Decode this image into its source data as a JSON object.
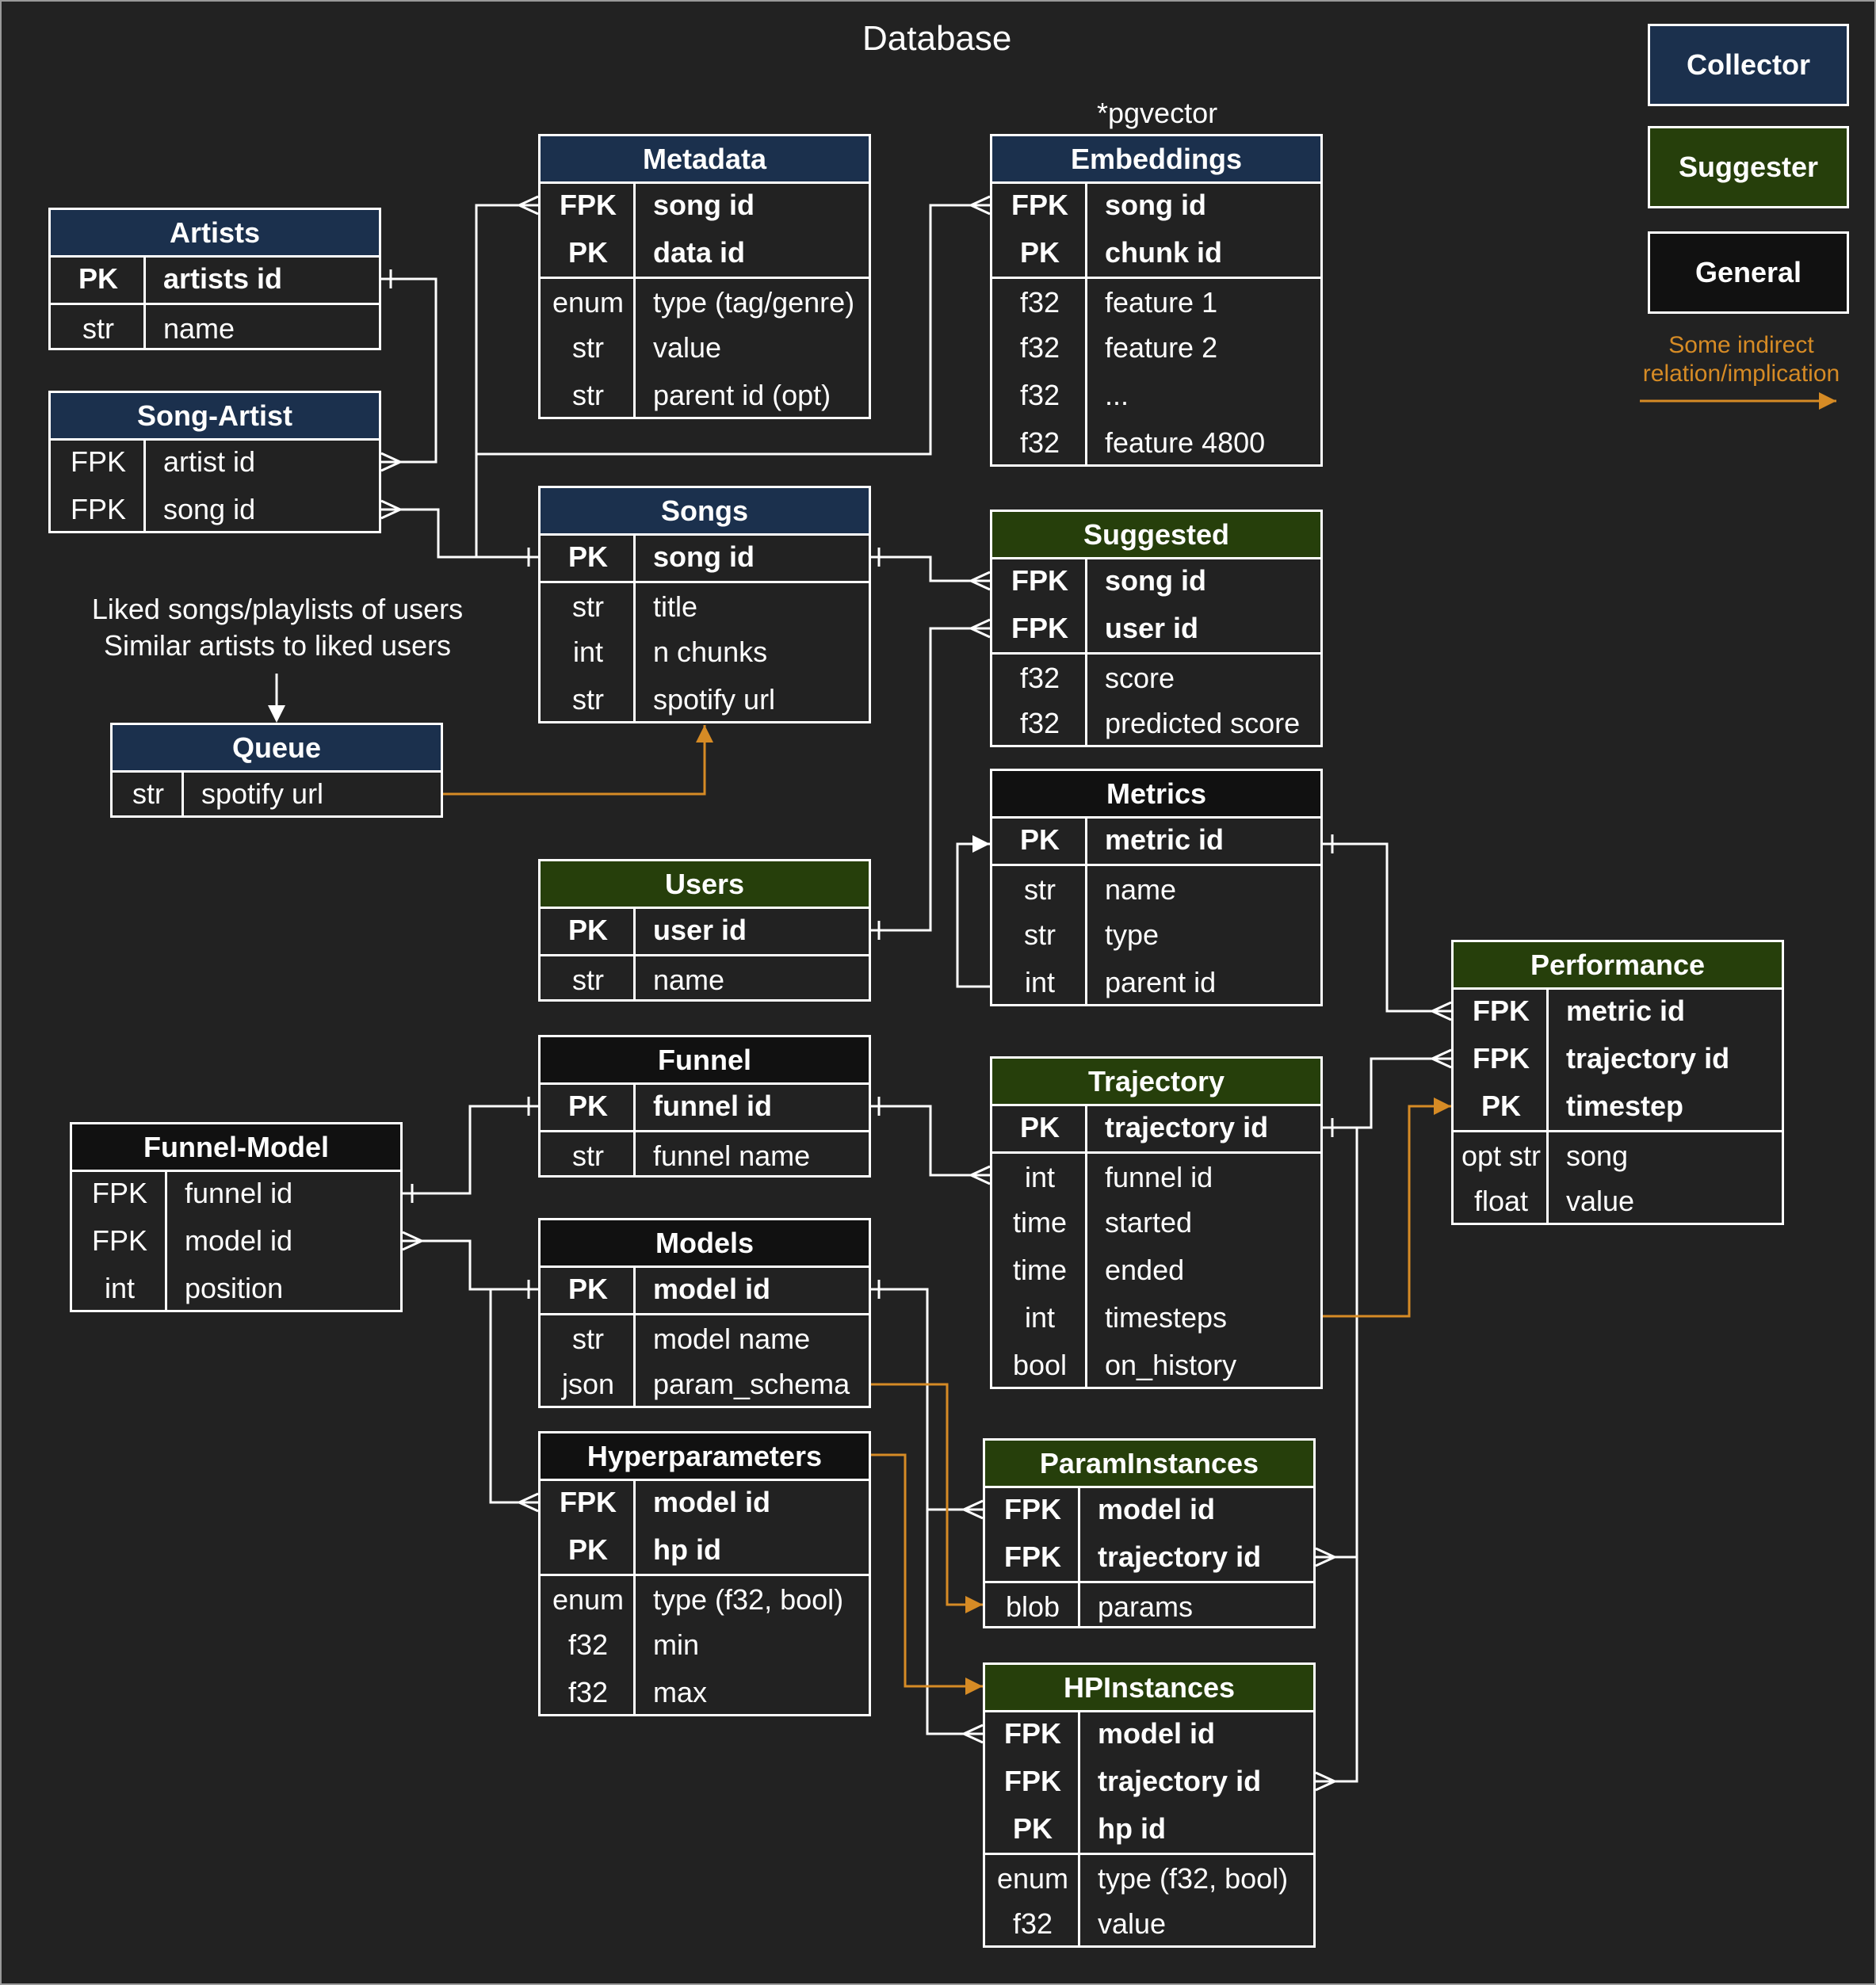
{
  "title": "Database",
  "pgvector_note": "*pgvector",
  "legend": {
    "collector": "Collector",
    "suggester": "Suggester",
    "general": "General",
    "indirect_line1": "Some indirect",
    "indirect_line2": "relation/implication",
    "colors": {
      "collector": "#1b304d",
      "suggester": "#263f0b",
      "general": "#111111",
      "indirect": "#d68b25"
    }
  },
  "notes": {
    "liked_line1": "Liked songs/playlists of users",
    "liked_line2": "Similar artists to liked users"
  },
  "tables": {
    "artists": {
      "name": "Artists",
      "category": "collector",
      "rows": [
        {
          "key": "PK",
          "field": "artists id"
        },
        {
          "key": "str",
          "field": "name"
        }
      ]
    },
    "song_artist": {
      "name": "Song-Artist",
      "category": "collector",
      "rows": [
        {
          "key": "FPK",
          "field": "artist id"
        },
        {
          "key": "FPK",
          "field": "song id"
        }
      ]
    },
    "metadata": {
      "name": "Metadata",
      "category": "collector",
      "rows": [
        {
          "key": "FPK",
          "field": "song id"
        },
        {
          "key": "PK",
          "field": "data id"
        },
        {
          "key": "enum",
          "field": "type (tag/genre)"
        },
        {
          "key": "str",
          "field": "value"
        },
        {
          "key": "str",
          "field": "parent id (opt)"
        }
      ]
    },
    "embeddings": {
      "name": "Embeddings",
      "category": "collector",
      "rows": [
        {
          "key": "FPK",
          "field": "song id"
        },
        {
          "key": "PK",
          "field": "chunk id"
        },
        {
          "key": "f32",
          "field": "feature 1"
        },
        {
          "key": "f32",
          "field": "feature 2"
        },
        {
          "key": "f32",
          "field": "..."
        },
        {
          "key": "f32",
          "field": "feature 4800"
        }
      ]
    },
    "songs": {
      "name": "Songs",
      "category": "collector",
      "rows": [
        {
          "key": "PK",
          "field": "song id"
        },
        {
          "key": "str",
          "field": "title"
        },
        {
          "key": "int",
          "field": "n chunks"
        },
        {
          "key": "str",
          "field": "spotify url"
        }
      ]
    },
    "queue": {
      "name": "Queue",
      "category": "collector",
      "rows": [
        {
          "key": "str",
          "field": "spotify url"
        }
      ]
    },
    "suggested": {
      "name": "Suggested",
      "category": "suggester",
      "rows": [
        {
          "key": "FPK",
          "field": "song id"
        },
        {
          "key": "FPK",
          "field": "user id"
        },
        {
          "key": "f32",
          "field": "score"
        },
        {
          "key": "f32",
          "field": "predicted score"
        }
      ]
    },
    "users": {
      "name": "Users",
      "category": "suggester",
      "rows": [
        {
          "key": "PK",
          "field": "user id"
        },
        {
          "key": "str",
          "field": "name"
        }
      ]
    },
    "metrics": {
      "name": "Metrics",
      "category": "general",
      "rows": [
        {
          "key": "PK",
          "field": "metric id"
        },
        {
          "key": "str",
          "field": "name"
        },
        {
          "key": "str",
          "field": "type"
        },
        {
          "key": "int",
          "field": "parent id"
        }
      ]
    },
    "performance": {
      "name": "Performance",
      "category": "suggester",
      "rows": [
        {
          "key": "FPK",
          "field": "metric id"
        },
        {
          "key": "FPK",
          "field": "trajectory id"
        },
        {
          "key": "PK",
          "field": "timestep"
        },
        {
          "key": "opt str",
          "field": "song"
        },
        {
          "key": "float",
          "field": "value"
        }
      ]
    },
    "funnel": {
      "name": "Funnel",
      "category": "general",
      "rows": [
        {
          "key": "PK",
          "field": "funnel id"
        },
        {
          "key": "str",
          "field": "funnel name"
        }
      ]
    },
    "funnel_model": {
      "name": "Funnel-Model",
      "category": "general",
      "rows": [
        {
          "key": "FPK",
          "field": "funnel id"
        },
        {
          "key": "FPK",
          "field": "model id"
        },
        {
          "key": "int",
          "field": "position"
        }
      ]
    },
    "trajectory": {
      "name": "Trajectory",
      "category": "suggester",
      "rows": [
        {
          "key": "PK",
          "field": "trajectory id"
        },
        {
          "key": "int",
          "field": "funnel id"
        },
        {
          "key": "time",
          "field": "started"
        },
        {
          "key": "time",
          "field": "ended"
        },
        {
          "key": "int",
          "field": "timesteps"
        },
        {
          "key": "bool",
          "field": "on_history"
        }
      ]
    },
    "models": {
      "name": "Models",
      "category": "general",
      "rows": [
        {
          "key": "PK",
          "field": "model id"
        },
        {
          "key": "str",
          "field": "model name"
        },
        {
          "key": "json",
          "field": "param_schema"
        }
      ]
    },
    "hyperparameters": {
      "name": "Hyperparameters",
      "category": "general",
      "rows": [
        {
          "key": "FPK",
          "field": "model id"
        },
        {
          "key": "PK",
          "field": "hp id"
        },
        {
          "key": "enum",
          "field": "type (f32, bool)"
        },
        {
          "key": "f32",
          "field": "min"
        },
        {
          "key": "f32",
          "field": "max"
        }
      ]
    },
    "param_instances": {
      "name": "ParamInstances",
      "category": "suggester",
      "rows": [
        {
          "key": "FPK",
          "field": "model id"
        },
        {
          "key": "FPK",
          "field": "trajectory id"
        },
        {
          "key": "blob",
          "field": "params"
        }
      ]
    },
    "hp_instances": {
      "name": "HPInstances",
      "category": "suggester",
      "rows": [
        {
          "key": "FPK",
          "field": "model id"
        },
        {
          "key": "FPK",
          "field": "trajectory id"
        },
        {
          "key": "PK",
          "field": "hp id"
        },
        {
          "key": "enum",
          "field": "type (f32, bool)"
        },
        {
          "key": "f32",
          "field": "value"
        }
      ]
    }
  }
}
